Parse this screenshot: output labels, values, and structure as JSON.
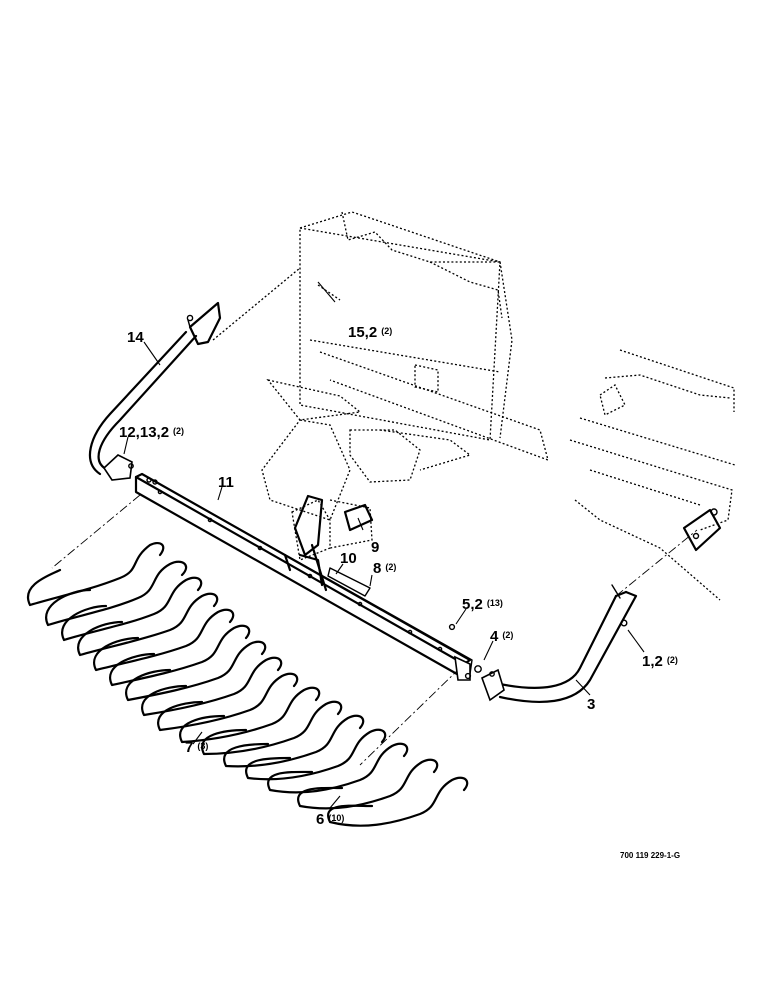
{
  "callouts": [
    {
      "id": "c14",
      "text": "14",
      "sub": ""
    },
    {
      "id": "c15",
      "text": "15,2",
      "sub": "(2)"
    },
    {
      "id": "c12",
      "text": "12,13,2",
      "sub": "(2)"
    },
    {
      "id": "c11",
      "text": "11",
      "sub": ""
    },
    {
      "id": "c9",
      "text": "9",
      "sub": ""
    },
    {
      "id": "c10",
      "text": "10",
      "sub": ""
    },
    {
      "id": "c8",
      "text": "8",
      "sub": "(2)"
    },
    {
      "id": "c5",
      "text": "5,2",
      "sub": "(13)"
    },
    {
      "id": "c4",
      "text": "4",
      "sub": "(2)"
    },
    {
      "id": "c1",
      "text": "1,2",
      "sub": "(2)"
    },
    {
      "id": "c3",
      "text": "3",
      "sub": ""
    },
    {
      "id": "c7",
      "text": "7",
      "sub": "(3)"
    },
    {
      "id": "c6",
      "text": "6",
      "sub": "(10)"
    }
  ],
  "drawing_number": "700 119 229-1-G"
}
